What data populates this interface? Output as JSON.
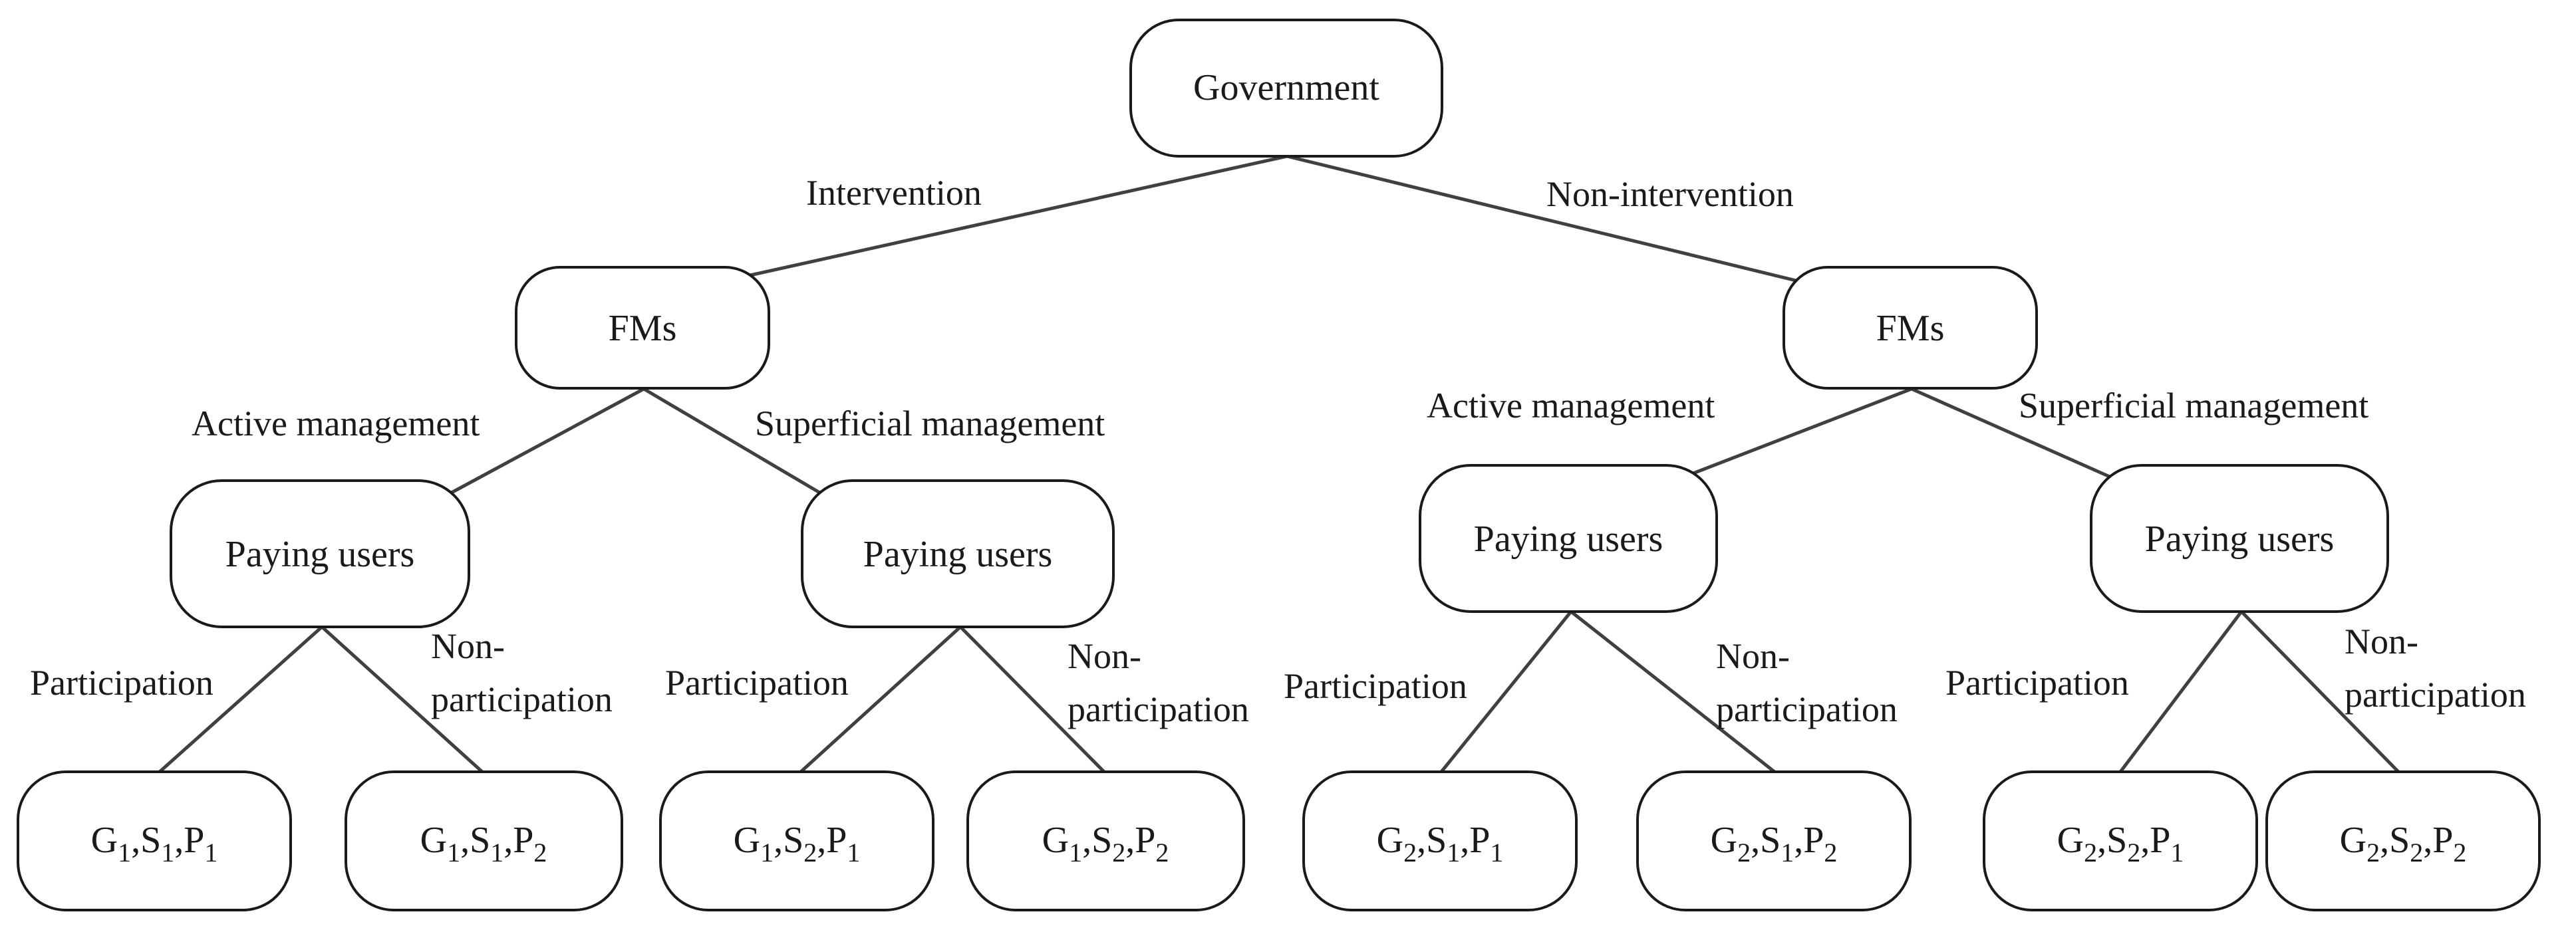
{
  "root": {
    "label": "Government"
  },
  "government_branches": {
    "left": "Intervention",
    "right": "Non-intervention"
  },
  "fms_nodes": {
    "left": "FMs",
    "right": "FMs"
  },
  "management_branches": {
    "left_active": "Active management",
    "left_superficial": "Superficial management",
    "right_active": "Active management",
    "right_superficial": "Superficial management"
  },
  "paying_users_nodes": [
    "Paying users",
    "Paying users",
    "Paying users",
    "Paying users"
  ],
  "user_branches": [
    {
      "participation": "Participation",
      "non_participation_line1": "Non-",
      "non_participation_line2": "participation"
    },
    {
      "participation": "Participation",
      "non_participation_line1": "Non-",
      "non_participation_line2": "participation"
    },
    {
      "participation": "Participation",
      "non_participation_line1": "Non-",
      "non_participation_line2": "participation"
    },
    {
      "participation": "Participation",
      "non_participation_line1": "Non-",
      "non_participation_line2": "participation"
    }
  ],
  "outcomes": [
    {
      "g": "G",
      "g_sub": "1",
      "s": "S",
      "s_sub": "1",
      "p": "P",
      "p_sub": "1"
    },
    {
      "g": "G",
      "g_sub": "1",
      "s": "S",
      "s_sub": "1",
      "p": "P",
      "p_sub": "2"
    },
    {
      "g": "G",
      "g_sub": "1",
      "s": "S",
      "s_sub": "2",
      "p": "P",
      "p_sub": "1"
    },
    {
      "g": "G",
      "g_sub": "1",
      "s": "S",
      "s_sub": "2",
      "p": "P",
      "p_sub": "2"
    },
    {
      "g": "G",
      "g_sub": "2",
      "s": "S",
      "s_sub": "1",
      "p": "P",
      "p_sub": "1"
    },
    {
      "g": "G",
      "g_sub": "2",
      "s": "S",
      "s_sub": "1",
      "p": "P",
      "p_sub": "2"
    },
    {
      "g": "G",
      "g_sub": "2",
      "s": "S",
      "s_sub": "2",
      "p": "P",
      "p_sub": "1"
    },
    {
      "g": "G",
      "g_sub": "2",
      "s": "S",
      "s_sub": "2",
      "p": "P",
      "p_sub": "2"
    }
  ]
}
